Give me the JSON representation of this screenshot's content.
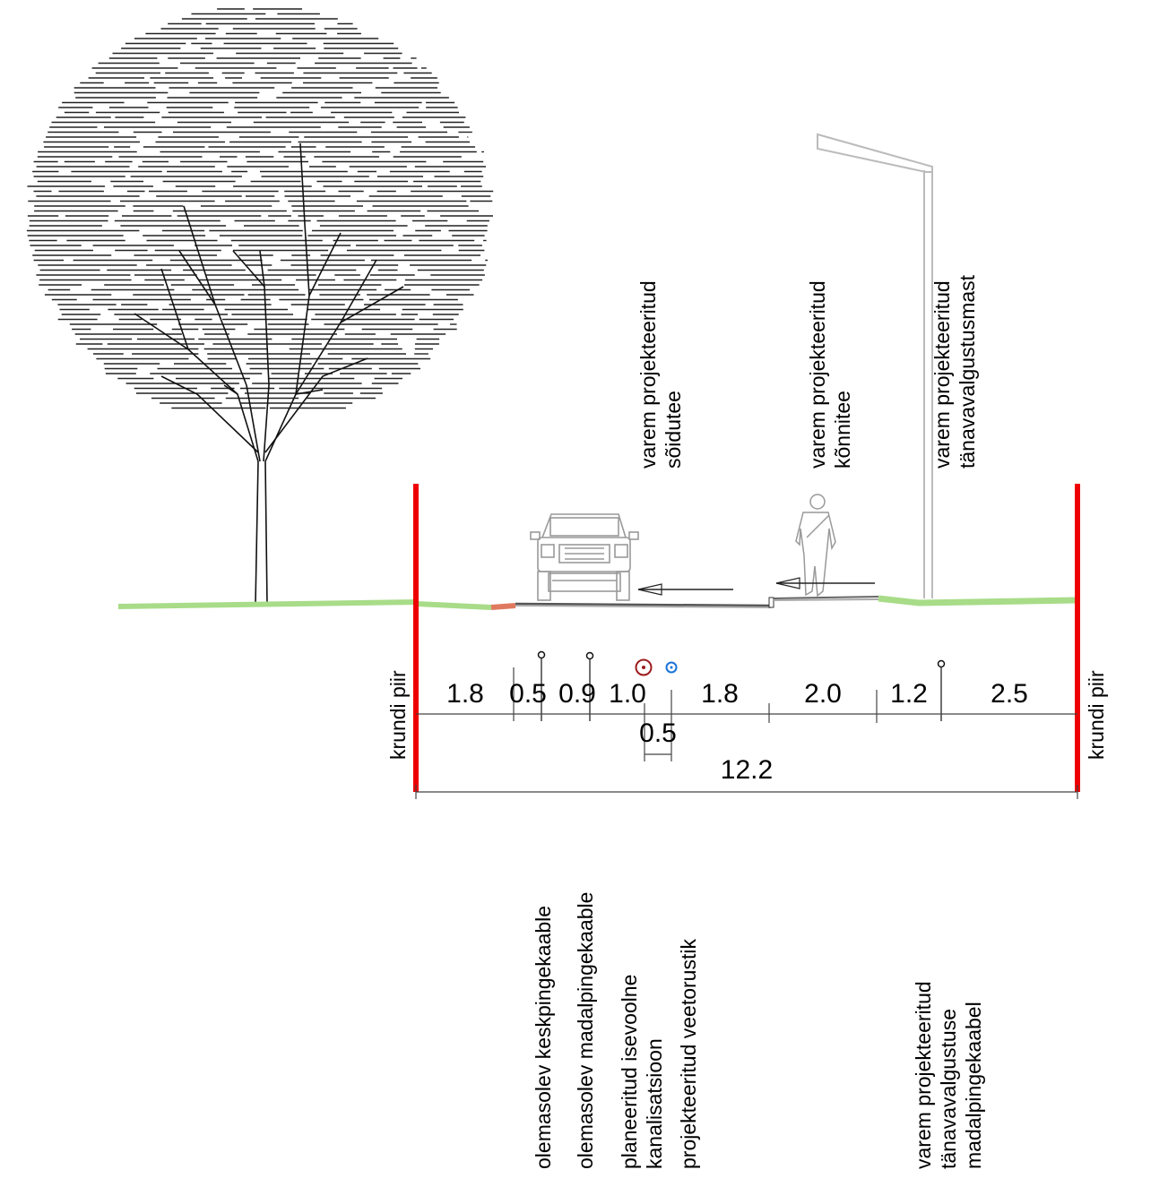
{
  "labels": {
    "boundary_left": "krundi piir",
    "boundary_right": "krundi piir",
    "road": [
      "varem projekteeritud",
      "sõidutee"
    ],
    "sidewalk": [
      "varem projekteeritud",
      "kõnnitee"
    ],
    "lightpole": [
      "varem projekteeritud",
      "tänavavalgustusmast"
    ],
    "cable_medium": "olemasolev keskpingekaable",
    "cable_low": "olemasolev madalpingekaable",
    "sewer": [
      "planeeritud isevoolne",
      "kanalisatsioon"
    ],
    "water": "projekteeritud veetorustik",
    "light_cable": [
      "varem projekteeritud",
      "tänavavalgustuse",
      "madalpingekaabel"
    ]
  },
  "dimensions": {
    "segments": [
      "1.8",
      "0.5",
      "0.9",
      "1.0",
      "1.8",
      "2.0",
      "1.2",
      "2.5"
    ],
    "sub": "0.5",
    "total": "12.2"
  },
  "colors": {
    "boundary": "#ee0000",
    "grass": "#a8dc88",
    "curb": "#e07a5f",
    "sewer": "#9b1c1c",
    "water": "#1a73d9",
    "pole": "#bbbbbb"
  }
}
